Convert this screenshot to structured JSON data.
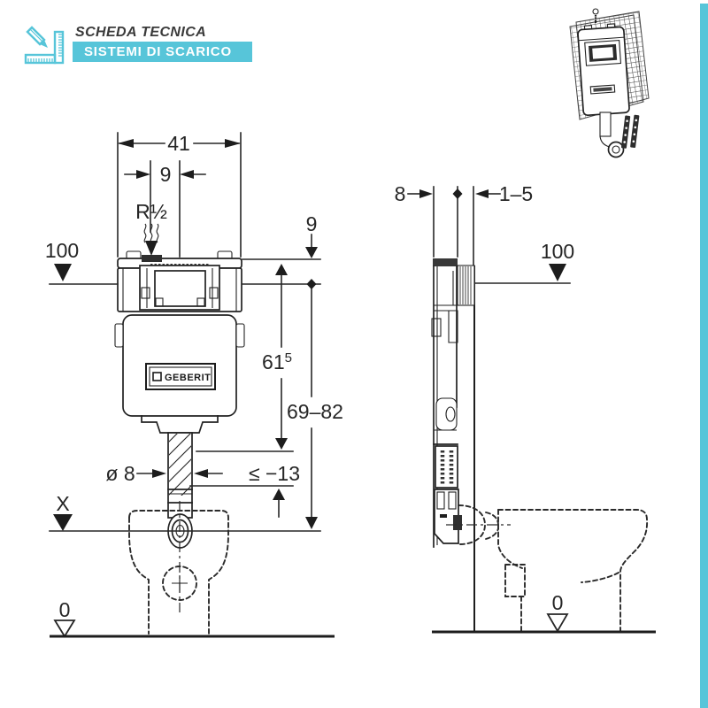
{
  "header": {
    "title": "SCHEDA TECNICA",
    "badge": "SISTEMI DI SCARICO"
  },
  "colors": {
    "accent": "#57c5d9",
    "ink": "#222222"
  },
  "front_view": {
    "dim_width": "41",
    "dim_supply_offset": "9",
    "supply_thread": "R½",
    "level_100": "100",
    "dim_top_to_level": "9",
    "dim_height_base": "61",
    "dim_height_sup": "5",
    "dim_height_range": "69–82",
    "dim_pipe_diameter": "ø 8",
    "dim_pipe_cut": "≤ −13",
    "level_x": "X",
    "level_0": "0",
    "brand_label": "GEBERIT"
  },
  "side_view": {
    "dim_depth": "8",
    "dim_finish": "1–5",
    "level_100": "100",
    "level_0": "0"
  }
}
